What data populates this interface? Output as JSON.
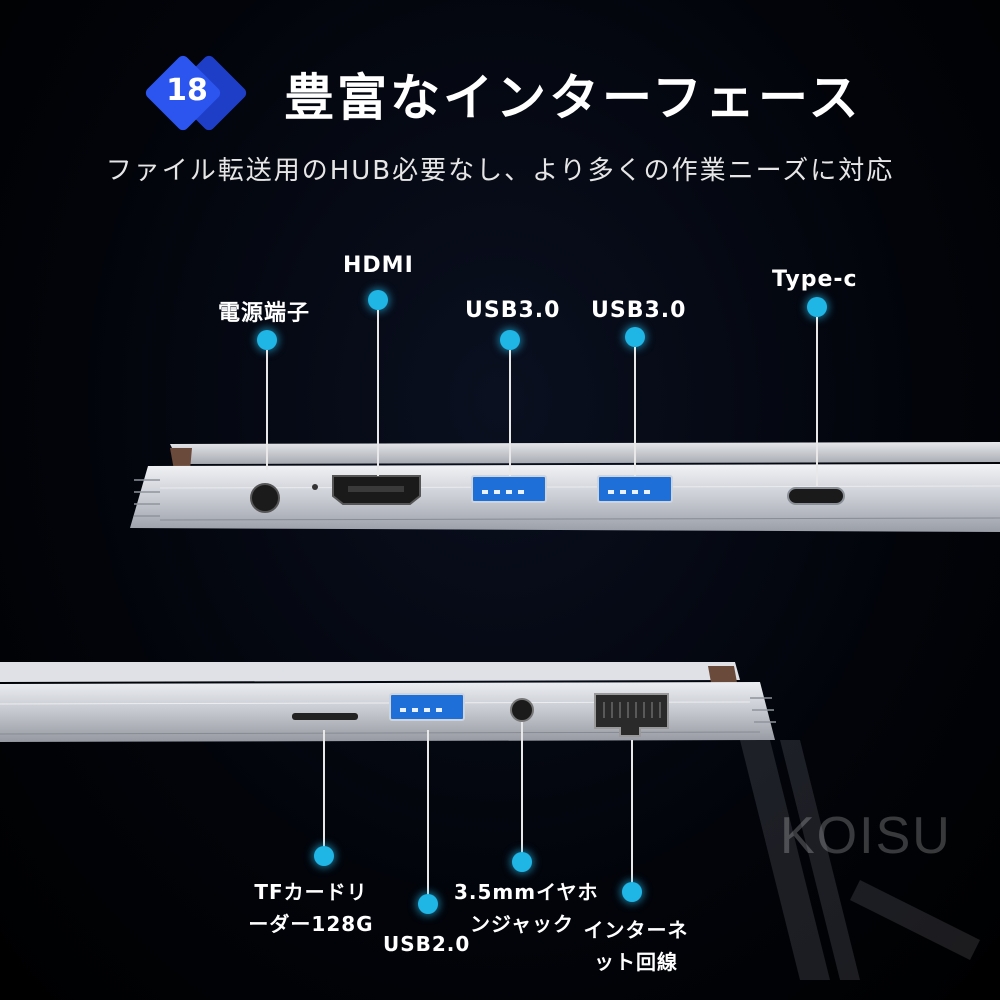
{
  "header": {
    "badge_number": "18",
    "title": "豊富なインターフェース",
    "subtitle": "ファイル転送用のHUB必要なし、より多くの作業ニーズに対応"
  },
  "top_ports": [
    {
      "label": "電源端子"
    },
    {
      "label": "HDMI"
    },
    {
      "label": "USB3.0"
    },
    {
      "label": "USB3.0"
    },
    {
      "label": "Type-c"
    }
  ],
  "bottom_ports": [
    {
      "label_line1": "TFカードリ",
      "label_line2": "ーダー128G"
    },
    {
      "label": "USB2.0"
    },
    {
      "label_line1": "3.5mmイヤホ",
      "label_line2": "ンジャック"
    },
    {
      "label_line1": "インターネ",
      "label_line2": "ット回線"
    }
  ],
  "watermark": {
    "brand": "KOISU"
  },
  "colors": {
    "accent_dot": "#1fb6e6",
    "badge_blue": "#2b55ee",
    "usb3_blue": "#1e6fd8",
    "background": "#02040a"
  }
}
